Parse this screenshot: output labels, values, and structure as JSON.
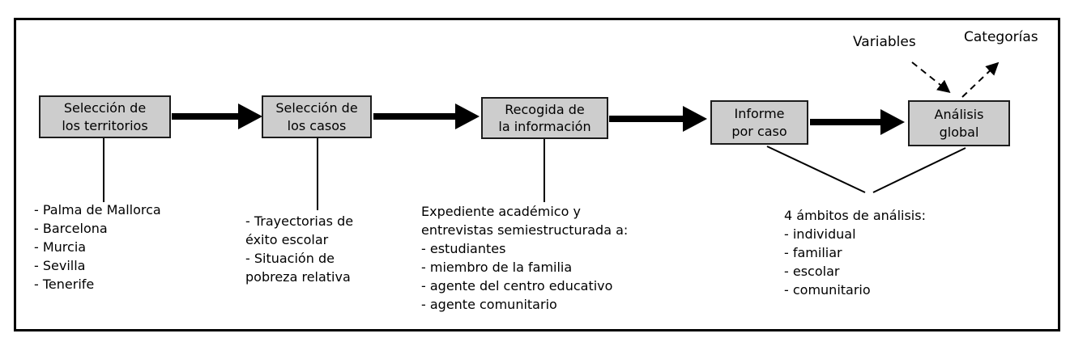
{
  "diagram": {
    "boxes": [
      {
        "lines": [
          "Selección de",
          "los territorios"
        ]
      },
      {
        "lines": [
          "Selección de",
          "los casos"
        ]
      },
      {
        "lines": [
          "Recogida de",
          "la información"
        ]
      },
      {
        "lines": [
          "Informe",
          "por caso"
        ]
      },
      {
        "lines": [
          "Análisis",
          "global"
        ]
      }
    ],
    "annotations": {
      "variables": "Variables",
      "categorias": "Categorías"
    },
    "lists": [
      {
        "lines": [
          "- Palma de Mallorca",
          "- Barcelona",
          "- Murcia",
          "- Sevilla",
          "- Tenerife"
        ]
      },
      {
        "lines": [
          "- Trayectorias de",
          "éxito escolar",
          "- Situación de",
          "pobreza relativa"
        ]
      },
      {
        "lines": [
          "Expediente académico y",
          "entrevistas semiestructurada a:",
          "- estudiantes",
          "- miembro de la familia",
          "- agente del centro educativo",
          "- agente comunitario"
        ]
      },
      {
        "lines": [
          "4 ámbitos de análisis:",
          "- individual",
          "- familiar",
          "- escolar",
          "- comunitario"
        ]
      }
    ],
    "colors": {
      "background": "#ffffff",
      "frame_border": "#000000",
      "box_fill": "#cdcdcd",
      "box_border": "#1c1c1c",
      "line": "#000000"
    }
  }
}
